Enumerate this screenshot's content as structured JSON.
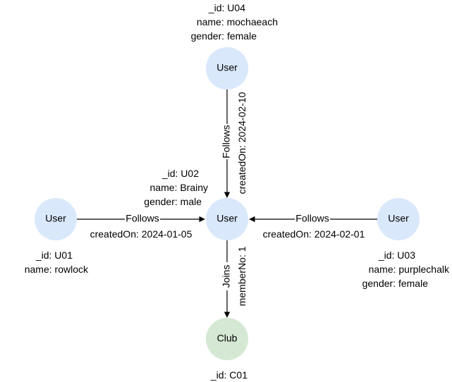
{
  "colors": {
    "user_fill": "#dae8fc",
    "club_fill": "#d5e8d4",
    "edge": "#000000",
    "background": "#ffffff"
  },
  "nodes": {
    "u04": {
      "type": "User",
      "props": [
        "_id: U04",
        "name: mochaeach",
        "gender: female"
      ]
    },
    "u02": {
      "type": "User",
      "props": [
        "_id: U02",
        "name: Brainy",
        "gender: male"
      ]
    },
    "u01": {
      "type": "User",
      "props": [
        "_id: U01",
        "name: rowlock"
      ]
    },
    "u03": {
      "type": "User",
      "props": [
        "_id: U03",
        "name: purplechalk",
        "gender: female"
      ]
    },
    "c01": {
      "type": "Club",
      "props": [
        "_id: C01"
      ]
    }
  },
  "edges": {
    "u04_u02": {
      "label": "Follows",
      "prop": "createdOn: 2024-02-10"
    },
    "u01_u02": {
      "label": "Follows",
      "prop": "createdOn: 2024-01-05"
    },
    "u03_u02": {
      "label": "Follows",
      "prop": "createdOn: 2024-02-01"
    },
    "u02_c01": {
      "label": "Joins",
      "prop": "memberNo: 1"
    }
  }
}
